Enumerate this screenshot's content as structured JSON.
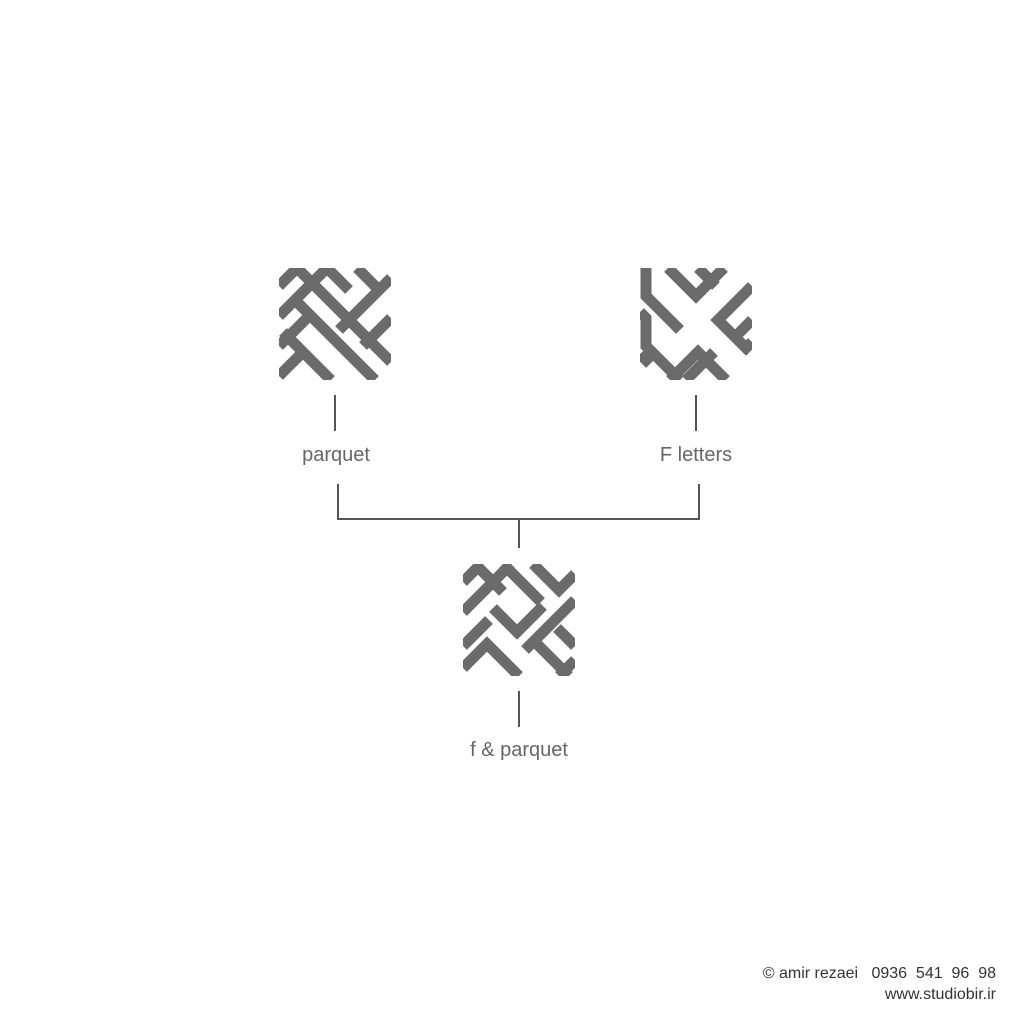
{
  "diagram": {
    "nodes": [
      {
        "id": "parquet",
        "label": "parquet",
        "icon": "parquet-pattern-icon"
      },
      {
        "id": "f-letters",
        "label": "F letters",
        "icon": "f-letters-pattern-icon"
      },
      {
        "id": "f-and-parquet",
        "label": "f & parquet",
        "icon": "f-parquet-pattern-icon"
      }
    ],
    "edges": [
      {
        "from": "parquet",
        "to": "f-and-parquet"
      },
      {
        "from": "f-letters",
        "to": "f-and-parquet"
      }
    ]
  },
  "footer": {
    "credit": "© amir rezaei   0936  541  96  98",
    "website": "www.studiobir.ir"
  },
  "colors": {
    "pattern": "#6b6b6b",
    "line": "#555555",
    "text": "#666666",
    "background": "#ffffff"
  }
}
